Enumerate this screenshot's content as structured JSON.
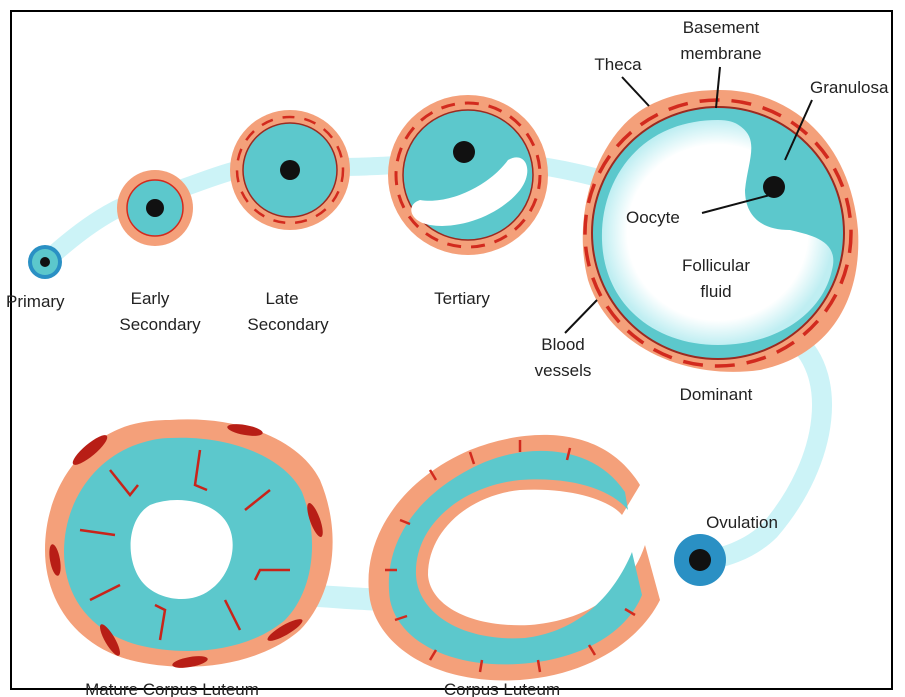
{
  "labels": {
    "primary": "Primary",
    "early_secondary_1": "Early",
    "early_secondary_2": "Secondary",
    "late_secondary_1": "Late",
    "late_secondary_2": "Secondary",
    "tertiary": "Tertiary",
    "theca": "Theca",
    "basement_1": "Basement",
    "basement_2": "membrane",
    "granulosa": "Granulosa",
    "oocyte": "Oocyte",
    "follicular_1": "Follicular",
    "follicular_2": "fluid",
    "blood_1": "Blood",
    "blood_2": "vessels",
    "dominant": "Dominant",
    "ovulation": "Ovulation",
    "mature_cl": "Mature Corpus Luteum",
    "corpus_luteum": "Corpus Luteum"
  },
  "colors": {
    "path": "#ccf3f7",
    "theca": "#f4a07a",
    "granulosa": "#5cc8cc",
    "membrane": "#d22a1e",
    "oocyte": "#111111",
    "fluid": "#ffffff",
    "ovulated": "#2a90c4"
  }
}
